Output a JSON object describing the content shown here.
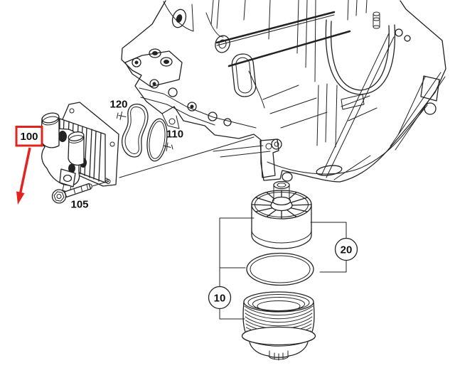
{
  "diagram": {
    "kind": "exploded-parts-diagram",
    "colors": {
      "line": "#222222",
      "highlight_red": "#e2231e",
      "background": "#ffffff"
    },
    "callouts": {
      "oil_cooler": "100",
      "oil_cooler_bolt": "105",
      "gasket_oval": "110",
      "gasket_contoured": "120",
      "filter_kit_circle": "10",
      "filter_element_circle": "20"
    }
  }
}
